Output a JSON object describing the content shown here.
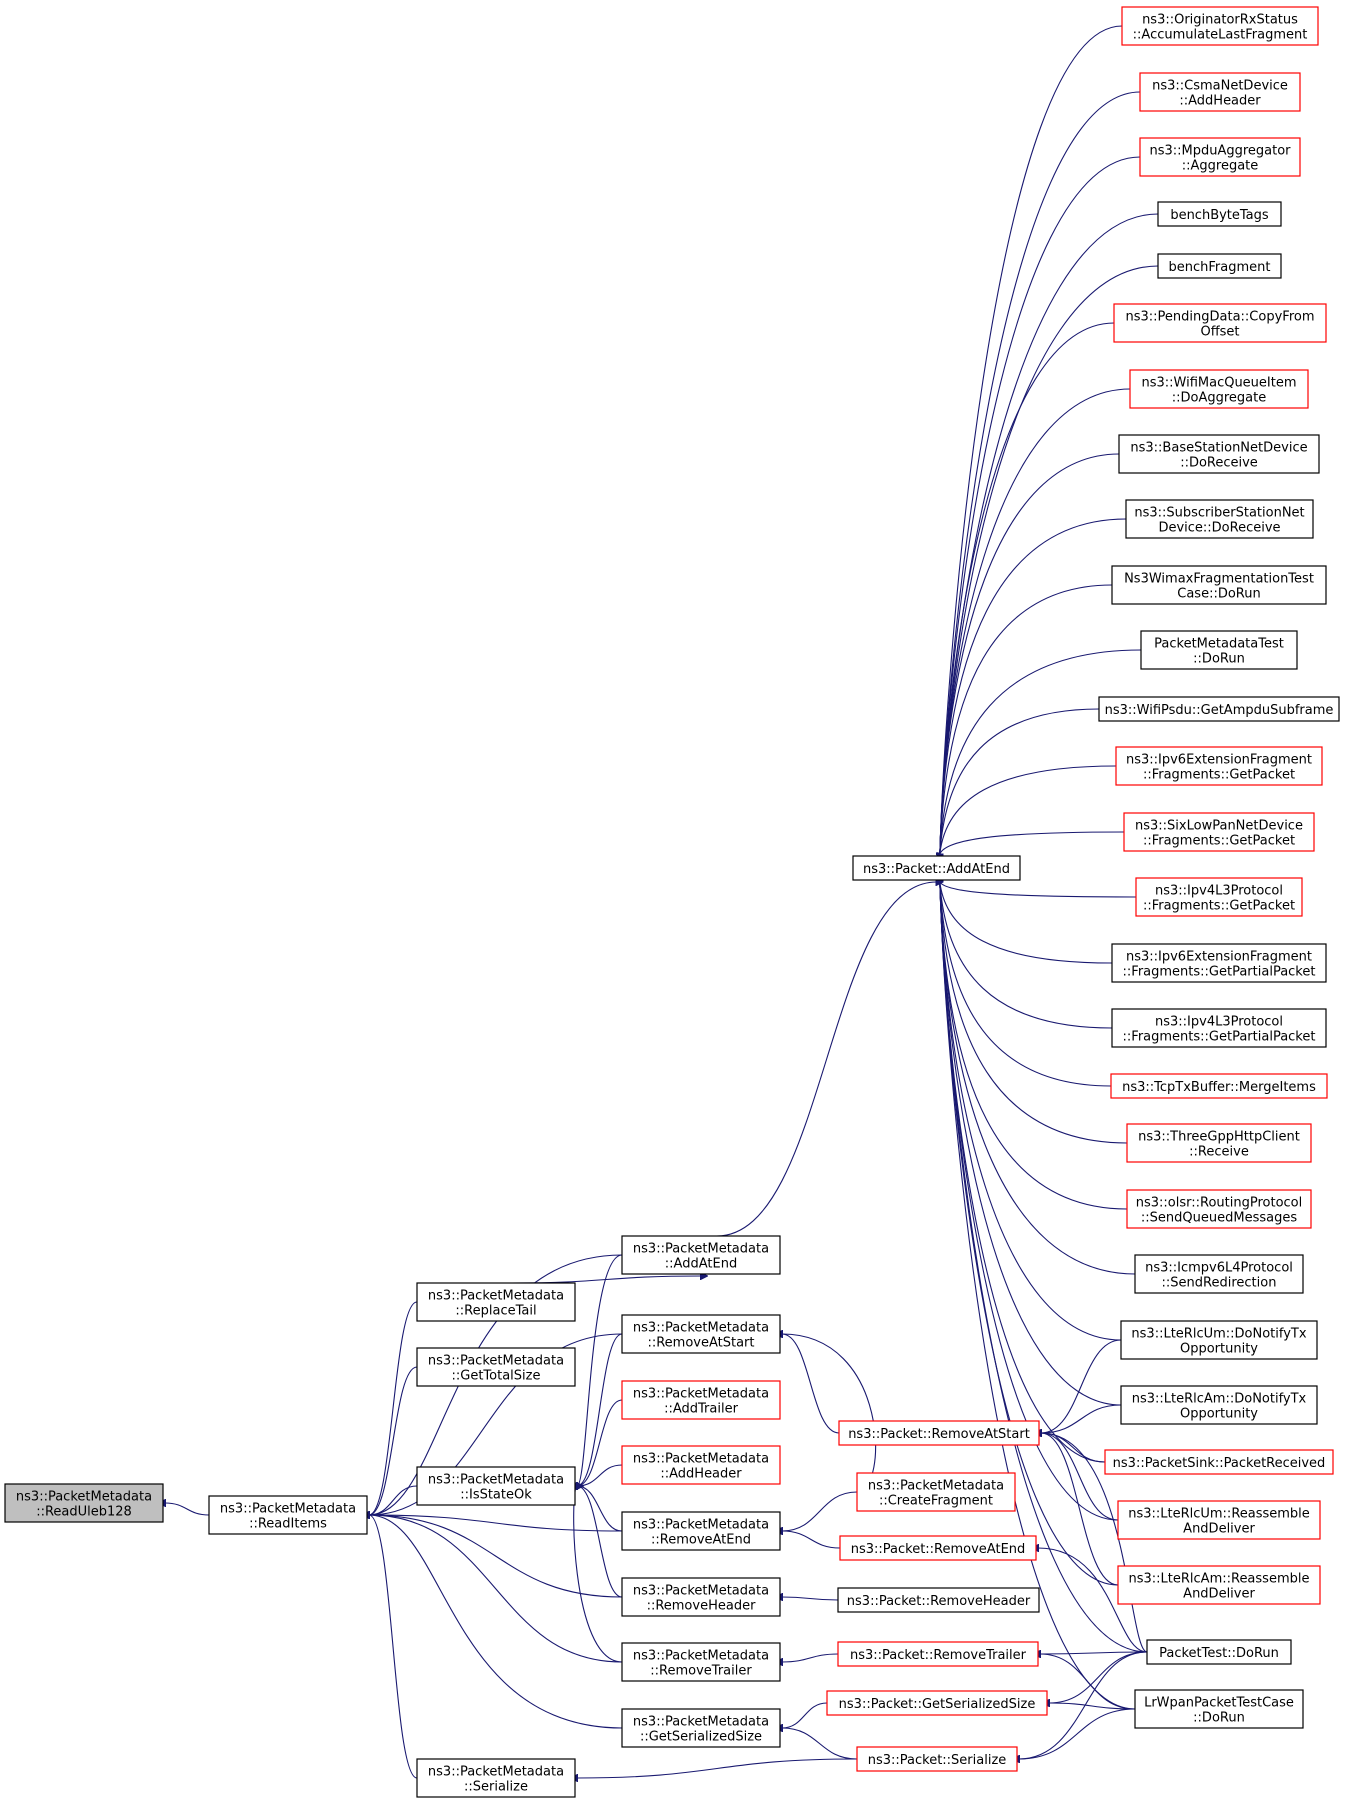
{
  "colors": {
    "edge": "#191970",
    "node_border_default": "#000000",
    "node_border_truncated": "#ff0000",
    "node_fill": "#ffffff",
    "node_fill_root": "#bfbfbf"
  },
  "nodes": [
    {
      "id": "root",
      "lines": [
        "ns3::PacketMetadata",
        "::ReadUleb128"
      ],
      "style": "root"
    },
    {
      "id": "readitems",
      "lines": [
        "ns3::PacketMetadata",
        "::ReadItems"
      ],
      "style": "normal"
    },
    {
      "id": "pm_replacetail",
      "lines": [
        "ns3::PacketMetadata",
        "::ReplaceTail"
      ],
      "style": "normal"
    },
    {
      "id": "pm_gettotalsize",
      "lines": [
        "ns3::PacketMetadata",
        "::GetTotalSize"
      ],
      "style": "normal"
    },
    {
      "id": "pm_isstateok",
      "lines": [
        "ns3::PacketMetadata",
        "::IsStateOk"
      ],
      "style": "normal"
    },
    {
      "id": "pm_serialize",
      "lines": [
        "ns3::PacketMetadata",
        "::Serialize"
      ],
      "style": "normal"
    },
    {
      "id": "pm_addatend",
      "lines": [
        "ns3::PacketMetadata",
        "::AddAtEnd"
      ],
      "style": "normal"
    },
    {
      "id": "pm_removeatstart",
      "lines": [
        "ns3::PacketMetadata",
        "::RemoveAtStart"
      ],
      "style": "normal"
    },
    {
      "id": "pm_addtrailer",
      "lines": [
        "ns3::PacketMetadata",
        "::AddTrailer"
      ],
      "style": "truncated"
    },
    {
      "id": "pm_addheader",
      "lines": [
        "ns3::PacketMetadata",
        "::AddHeader"
      ],
      "style": "truncated"
    },
    {
      "id": "pm_removeatend",
      "lines": [
        "ns3::PacketMetadata",
        "::RemoveAtEnd"
      ],
      "style": "normal"
    },
    {
      "id": "pm_removeheader",
      "lines": [
        "ns3::PacketMetadata",
        "::RemoveHeader"
      ],
      "style": "normal"
    },
    {
      "id": "pm_removetrailer",
      "lines": [
        "ns3::PacketMetadata",
        "::RemoveTrailer"
      ],
      "style": "normal"
    },
    {
      "id": "pm_getserializedsize",
      "lines": [
        "ns3::PacketMetadata",
        "::GetSerializedSize"
      ],
      "style": "normal"
    },
    {
      "id": "p_addatend",
      "lines": [
        "ns3::Packet::AddAtEnd"
      ],
      "style": "normal"
    },
    {
      "id": "p_removeatstart",
      "lines": [
        "ns3::Packet::RemoveAtStart"
      ],
      "style": "truncated"
    },
    {
      "id": "pm_createfragment",
      "lines": [
        "ns3::PacketMetadata",
        "::CreateFragment"
      ],
      "style": "truncated"
    },
    {
      "id": "p_removeatend",
      "lines": [
        "ns3::Packet::RemoveAtEnd"
      ],
      "style": "truncated"
    },
    {
      "id": "p_removeheader",
      "lines": [
        "ns3::Packet::RemoveHeader"
      ],
      "style": "normal"
    },
    {
      "id": "p_removetrailer",
      "lines": [
        "ns3::Packet::RemoveTrailer"
      ],
      "style": "truncated"
    },
    {
      "id": "p_getserializedsize",
      "lines": [
        "ns3::Packet::GetSerializedSize"
      ],
      "style": "truncated"
    },
    {
      "id": "p_serialize",
      "lines": [
        "ns3::Packet::Serialize"
      ],
      "style": "truncated"
    },
    {
      "id": "r_origrx",
      "lines": [
        "ns3::OriginatorRxStatus",
        "::AccumulateLastFragment"
      ],
      "style": "truncated"
    },
    {
      "id": "r_csma",
      "lines": [
        "ns3::CsmaNetDevice",
        "::AddHeader"
      ],
      "style": "truncated"
    },
    {
      "id": "r_mpdu",
      "lines": [
        "ns3::MpduAggregator",
        "::Aggregate"
      ],
      "style": "truncated"
    },
    {
      "id": "r_benchbyte",
      "lines": [
        "benchByteTags"
      ],
      "style": "normal"
    },
    {
      "id": "r_benchfrag",
      "lines": [
        "benchFragment"
      ],
      "style": "normal"
    },
    {
      "id": "r_pending",
      "lines": [
        "ns3::PendingData::CopyFrom",
        "Offset"
      ],
      "style": "truncated"
    },
    {
      "id": "r_wifimacq",
      "lines": [
        "ns3::WifiMacQueueItem",
        "::DoAggregate"
      ],
      "style": "truncated"
    },
    {
      "id": "r_bsnd",
      "lines": [
        "ns3::BaseStationNetDevice",
        "::DoReceive"
      ],
      "style": "normal"
    },
    {
      "id": "r_ssnd",
      "lines": [
        "ns3::SubscriberStationNet",
        "Device::DoReceive"
      ],
      "style": "normal"
    },
    {
      "id": "r_wimaxfrag",
      "lines": [
        "Ns3WimaxFragmentationTest",
        "Case::DoRun"
      ],
      "style": "normal"
    },
    {
      "id": "r_pmtest",
      "lines": [
        "PacketMetadataTest",
        "::DoRun"
      ],
      "style": "normal"
    },
    {
      "id": "r_wifipsdu",
      "lines": [
        "ns3::WifiPsdu::GetAmpduSubframe"
      ],
      "style": "normal"
    },
    {
      "id": "r_ipv6frag_gp",
      "lines": [
        "ns3::Ipv6ExtensionFragment",
        "::Fragments::GetPacket"
      ],
      "style": "truncated"
    },
    {
      "id": "r_sixlow_gp",
      "lines": [
        "ns3::SixLowPanNetDevice",
        "::Fragments::GetPacket"
      ],
      "style": "truncated"
    },
    {
      "id": "r_ipv4l3_gp",
      "lines": [
        "ns3::Ipv4L3Protocol",
        "::Fragments::GetPacket"
      ],
      "style": "truncated"
    },
    {
      "id": "r_ipv6frag_gpp",
      "lines": [
        "ns3::Ipv6ExtensionFragment",
        "::Fragments::GetPartialPacket"
      ],
      "style": "normal"
    },
    {
      "id": "r_ipv4l3_gpp",
      "lines": [
        "ns3::Ipv4L3Protocol",
        "::Fragments::GetPartialPacket"
      ],
      "style": "normal"
    },
    {
      "id": "r_tcptx",
      "lines": [
        "ns3::TcpTxBuffer::MergeItems"
      ],
      "style": "truncated"
    },
    {
      "id": "r_http",
      "lines": [
        "ns3::ThreeGppHttpClient",
        "::Receive"
      ],
      "style": "truncated"
    },
    {
      "id": "r_olsr",
      "lines": [
        "ns3::olsr::RoutingProtocol",
        "::SendQueuedMessages"
      ],
      "style": "truncated"
    },
    {
      "id": "r_icmpv6",
      "lines": [
        "ns3::Icmpv6L4Protocol",
        "::SendRedirection"
      ],
      "style": "normal"
    },
    {
      "id": "r_rlcum_tx",
      "lines": [
        "ns3::LteRlcUm::DoNotifyTx",
        "Opportunity"
      ],
      "style": "normal"
    },
    {
      "id": "r_rlcam_tx",
      "lines": [
        "ns3::LteRlcAm::DoNotifyTx",
        "Opportunity"
      ],
      "style": "normal"
    },
    {
      "id": "r_sink",
      "lines": [
        "ns3::PacketSink::PacketReceived"
      ],
      "style": "truncated"
    },
    {
      "id": "r_rlcum_ra",
      "lines": [
        "ns3::LteRlcUm::Reassemble",
        "AndDeliver"
      ],
      "style": "truncated"
    },
    {
      "id": "r_rlcam_ra",
      "lines": [
        "ns3::LteRlcAm::Reassemble",
        "AndDeliver"
      ],
      "style": "truncated"
    },
    {
      "id": "r_packettest",
      "lines": [
        "PacketTest::DoRun"
      ],
      "style": "normal"
    },
    {
      "id": "r_lrwpan",
      "lines": [
        "LrWpanPacketTestCase",
        "::DoRun"
      ],
      "style": "normal"
    }
  ]
}
